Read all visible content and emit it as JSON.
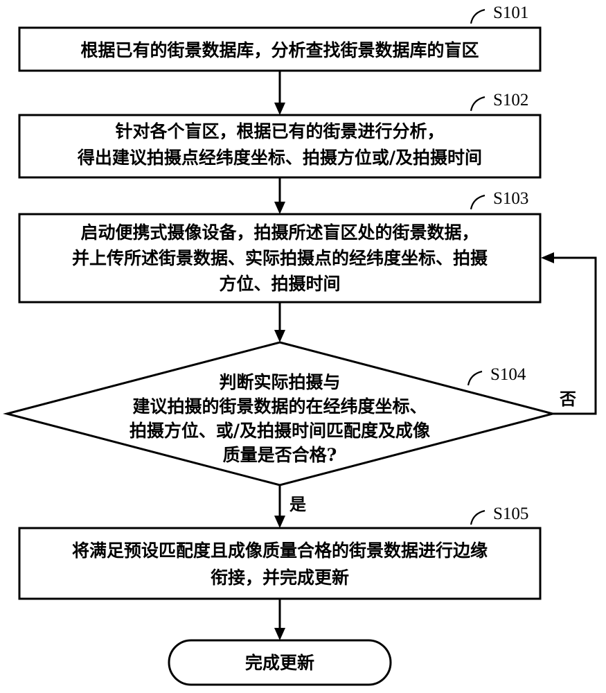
{
  "steps": {
    "s101": {
      "id": "S101",
      "lines": [
        "根据已有的街景数据库，分析查找街景数据库的盲区"
      ]
    },
    "s102": {
      "id": "S102",
      "lines": [
        "针对各个盲区，根据已有的街景进行分析，",
        "得出建议拍摄点经纬度坐标、拍摄方位或/及拍摄时间"
      ]
    },
    "s103": {
      "id": "S103",
      "lines": [
        "启动便携式摄像设备，拍摄所述盲区处的街景数据，",
        "并上传所述街景数据、实际拍摄点的经纬度坐标、拍摄",
        "方位、拍摄时间"
      ]
    },
    "s104": {
      "id": "S104",
      "lines": [
        "判断实际拍摄与",
        "建议拍摄的街景数据的在经纬度坐标、",
        "拍摄方位、或/及拍摄时间匹配度及成像",
        "质量是否合格?"
      ]
    },
    "s105": {
      "id": "S105",
      "lines": [
        "将满足预设匹配度且成像质量合格的街景数据进行边缘",
        "衔接，并完成更新"
      ]
    }
  },
  "branches": {
    "yes": "是",
    "no": "否"
  },
  "terminal": {
    "label": "完成更新"
  },
  "colors": {
    "stroke": "#000000",
    "fill": "#ffffff",
    "text": "#000000"
  }
}
